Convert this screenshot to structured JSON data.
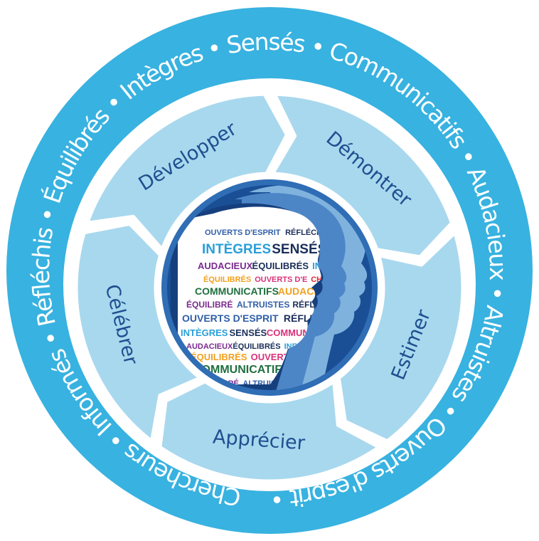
{
  "colors": {
    "outer_ring": "#38b2e0",
    "arrow_fill": "#a8d8ee",
    "arrow_border": "#ffffff",
    "arrow_text": "#1f4f8f",
    "center_bg": "#1a4f96",
    "center_rim": "#2f6db5",
    "silhouette_back": "#7fb3de",
    "silhouette_mid": "#4d86c6",
    "silhouette_front": "#163f7d"
  },
  "outer_ring_words": [
    "Chercheurs",
    "Informés",
    "Réfléchis",
    "Équilibrés",
    "Intègres",
    "Sensés",
    "Communicatifs",
    "Audacieux",
    "Altruistes",
    "Ouverts d'esprit"
  ],
  "separator": "•",
  "arrows": [
    {
      "label": "Développer"
    },
    {
      "label": "Démontrer"
    },
    {
      "label": "Estimer"
    },
    {
      "label": "Apprécier"
    },
    {
      "label": "Célébrer"
    }
  ],
  "word_cloud": [
    {
      "text": "OUVERTS D'ESPRIT",
      "color": "#2f5fa8"
    },
    {
      "text": "RÉFLÉCHIS",
      "color": "#1a2e5a"
    },
    {
      "text": "ALTRUISTES",
      "color": "#7a2a8f"
    },
    {
      "text": "INTÈGRES",
      "color": "#2a9fd8"
    },
    {
      "text": "SENSÉS",
      "color": "#1a2e5a"
    },
    {
      "text": "COMMUNICATIFS",
      "color": "#d8327a"
    },
    {
      "text": "AUDACIEUX",
      "color": "#7a2a8f"
    },
    {
      "text": "ÉQUILIBRÉS",
      "color": "#1a2e5a"
    },
    {
      "text": "INFORMÉS",
      "color": "#2a9fd8"
    },
    {
      "text": "ÉQUILIBRÉS",
      "color": "#f2a01e"
    },
    {
      "text": "OUVERTS D'E",
      "color": "#d8327a"
    },
    {
      "text": "CHERCHEURS",
      "color": "#e0262b"
    },
    {
      "text": "COMMUNICATIFS",
      "color": "#1f6f3f"
    },
    {
      "text": "AUDACIEUX",
      "color": "#f2a01e"
    },
    {
      "text": "SENSÉS",
      "color": "#1a2e5a"
    },
    {
      "text": "ÉQUILIBRÉ",
      "color": "#7a2a8f"
    },
    {
      "text": "ALTRUISTES",
      "color": "#2f5fa8"
    },
    {
      "text": "RÉFLÉCHIS",
      "color": "#1a2e5a"
    }
  ]
}
